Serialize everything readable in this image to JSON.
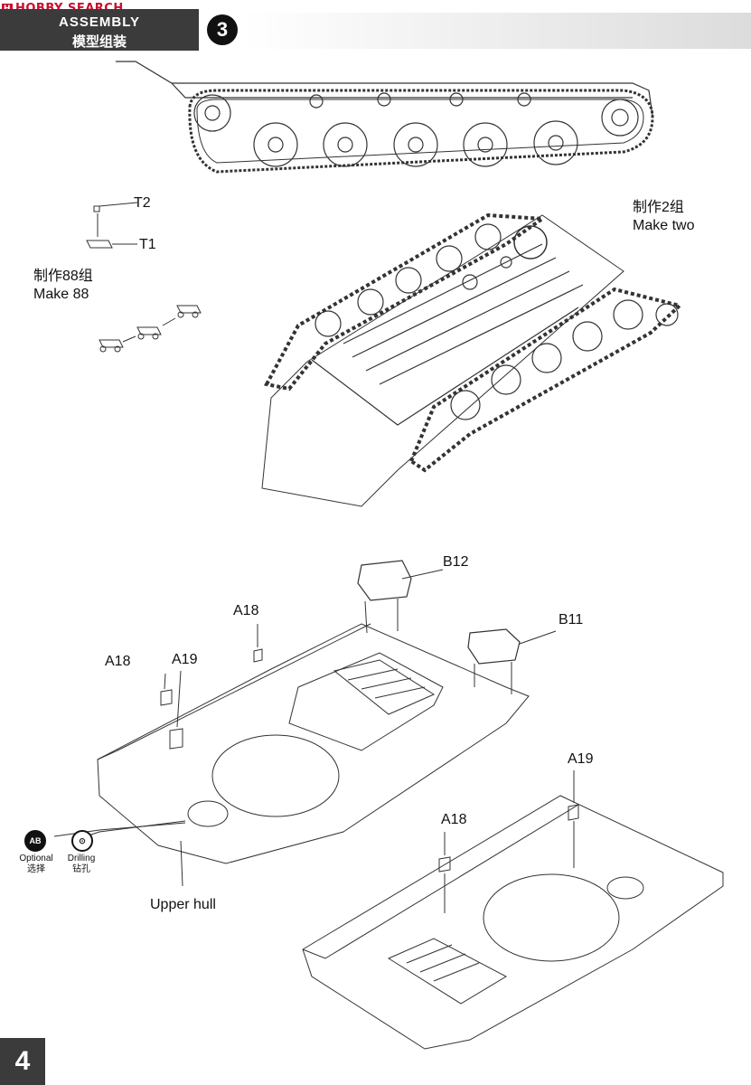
{
  "watermark": "HOBBY SEARCH",
  "header": {
    "title_en": "ASSEMBLY",
    "title_cn": "模型组装"
  },
  "step_number": "3",
  "labels": {
    "t2": "T2",
    "t1": "T1",
    "make88_cn": "制作88组",
    "make88_en": "Make 88",
    "make2_cn": "制作2组",
    "make2_en": "Make two",
    "b12": "B12",
    "b11": "B11",
    "a18_left": "A18",
    "a18_mid": "A18",
    "a19_left": "A19",
    "a19_right": "A19",
    "a18_right": "A18",
    "upper_hull": "Upper hull"
  },
  "legend": {
    "optional_icon": "AB",
    "optional_en": "Optional",
    "optional_cn": "选择",
    "drilling_icon": "⊙",
    "drilling_en": "Drilling",
    "drilling_cn": "钻孔"
  },
  "page_number": "4"
}
